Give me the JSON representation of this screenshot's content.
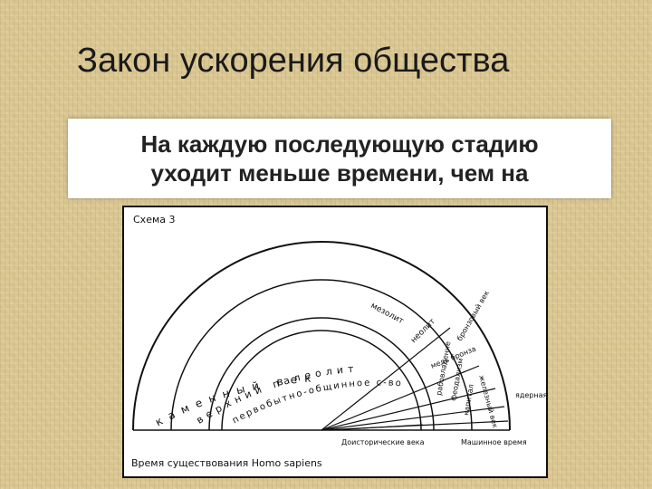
{
  "title": "Закон ускорения общества",
  "text_box": {
    "line1": "На каждую последующую стадию",
    "line2": "уходит меньше времени, чем на"
  },
  "scheme": {
    "caption": "Схема 3",
    "bottom_caption": "Время существования Homo sapiens",
    "arcs": {
      "outer": "каменный век",
      "paleolith": "верхний палеолит",
      "mesolith": "мезолит",
      "bronze": "бронзовый век",
      "primitive": "первобытно-общинное с-во",
      "neolith": "неолит",
      "copper": "медь бронза",
      "iron": "железный век",
      "slavery": "рабовладение",
      "feudal": "феодализм",
      "capital": "капитал",
      "nuclear": "ядерная эра"
    },
    "left_bottom_label": "Доисторические века",
    "right_bottom_label": "Машинное время"
  }
}
